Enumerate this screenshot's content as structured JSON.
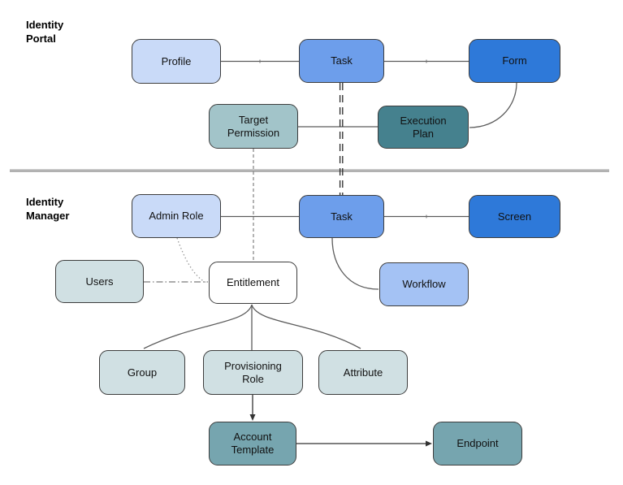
{
  "sections": {
    "portal": {
      "label": "Identity Portal"
    },
    "manager": {
      "label": "Identity Manager"
    }
  },
  "palette": {
    "light_cornflower_blue_3": "#c9daf8",
    "cornflower_blue": "#6d9eeb",
    "blue": "#2e79d9",
    "light_cyan_2": "#a2c4c9",
    "dark_cyan": "#45818e",
    "light_cyan_3": "#d0e0e3",
    "light_cornflower_blue_2": "#a4c2f4",
    "light_cyan_1": "#76a5af",
    "white": "#ffffff",
    "connector_gray": "#5c5c5c",
    "divider_gray": "#999999"
  },
  "nodes": {
    "profile": {
      "label": "Profile",
      "color": "#c9daf8"
    },
    "task_portal": {
      "label": "Task",
      "color": "#6d9eeb"
    },
    "form": {
      "label": "Form",
      "color": "#2e79d9"
    },
    "target_permission": {
      "label": "Target Permission",
      "color": "#a2c4c9"
    },
    "execution_plan": {
      "label": "Execution Plan",
      "color": "#45818e"
    },
    "admin_role": {
      "label": "Admin Role",
      "color": "#c9daf8"
    },
    "task_manager": {
      "label": "Task",
      "color": "#6d9eeb"
    },
    "screen": {
      "label": "Screen",
      "color": "#2e79d9"
    },
    "users": {
      "label": "Users",
      "color": "#d0e0e3"
    },
    "entitlement": {
      "label": "Entitlement",
      "color": "#ffffff"
    },
    "workflow": {
      "label": "Workflow",
      "color": "#a4c2f4"
    },
    "group": {
      "label": "Group",
      "color": "#d0e0e3"
    },
    "provisioning_role": {
      "label": "Provisioning Role",
      "color": "#d0e0e3"
    },
    "attribute": {
      "label": "Attribute",
      "color": "#d0e0e3"
    },
    "account_template": {
      "label": "Account Template",
      "color": "#76a5af"
    },
    "endpoint": {
      "label": "Endpoint",
      "color": "#76a5af"
    }
  },
  "edges": [
    {
      "from": "profile",
      "to": "task_portal",
      "style": "solid"
    },
    {
      "from": "task_portal",
      "to": "form",
      "style": "solid"
    },
    {
      "from": "target_permission",
      "to": "execution_plan",
      "style": "solid"
    },
    {
      "from": "form",
      "to": "execution_plan",
      "style": "solid-curve"
    },
    {
      "from": "task_portal",
      "to": "task_manager",
      "style": "double-dashed"
    },
    {
      "from": "target_permission",
      "to": "entitlement",
      "style": "dashed"
    },
    {
      "from": "admin_role",
      "to": "task_manager",
      "style": "solid"
    },
    {
      "from": "task_manager",
      "to": "screen",
      "style": "solid"
    },
    {
      "from": "task_manager",
      "to": "workflow",
      "style": "solid-curve"
    },
    {
      "from": "admin_role",
      "to": "entitlement",
      "style": "dotted-curve"
    },
    {
      "from": "users",
      "to": "entitlement",
      "style": "dash-dot"
    },
    {
      "from": "entitlement",
      "to": "group",
      "style": "solid-curve"
    },
    {
      "from": "entitlement",
      "to": "provisioning_role",
      "style": "solid"
    },
    {
      "from": "entitlement",
      "to": "attribute",
      "style": "solid-curve"
    },
    {
      "from": "provisioning_role",
      "to": "account_template",
      "style": "arrow"
    },
    {
      "from": "account_template",
      "to": "endpoint",
      "style": "arrow"
    }
  ]
}
